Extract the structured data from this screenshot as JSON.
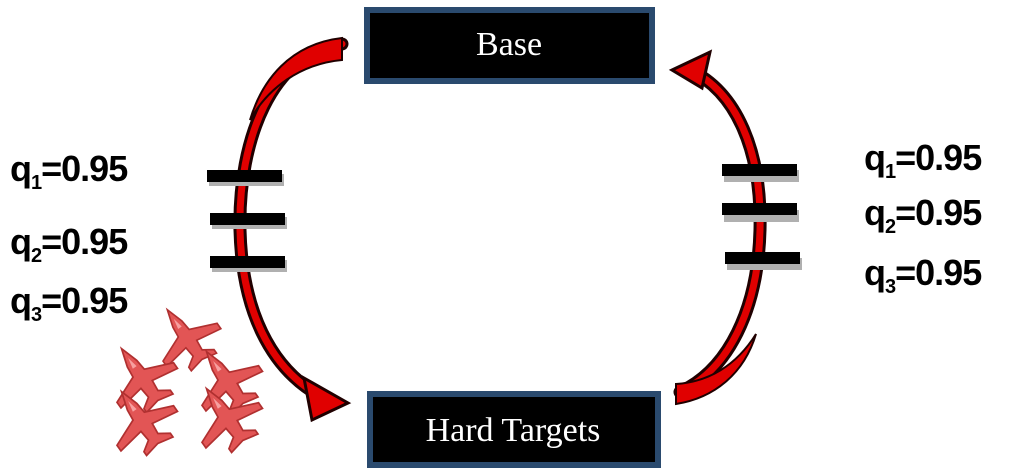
{
  "nodes": {
    "base": {
      "label": "Base"
    },
    "hard_targets": {
      "label": "Hard Targets"
    }
  },
  "left_probabilities": [
    {
      "symbol": "q",
      "subscript": "1",
      "equals": "=",
      "value": "0.95"
    },
    {
      "symbol": "q",
      "subscript": "2",
      "equals": "=",
      "value": "0.95"
    },
    {
      "symbol": "q",
      "subscript": "3",
      "equals": "=",
      "value": "0.95"
    }
  ],
  "right_probabilities": [
    {
      "symbol": "q",
      "subscript": "1",
      "equals": "=",
      "value": "0.95"
    },
    {
      "symbol": "q",
      "subscript": "2",
      "equals": "=",
      "value": "0.95"
    },
    {
      "symbol": "q",
      "subscript": "3",
      "equals": "=",
      "value": "0.95"
    }
  ],
  "colors": {
    "box_fill": "#000000",
    "box_border": "#2a4a6e",
    "box_text": "#ffffff",
    "arrow_red": "#e00000",
    "arrow_dark": "#200000",
    "aircraft": "#e05050"
  },
  "icons": {
    "barrier": "barrier-bar-icon",
    "aircraft": "fighter-jet-icon"
  }
}
